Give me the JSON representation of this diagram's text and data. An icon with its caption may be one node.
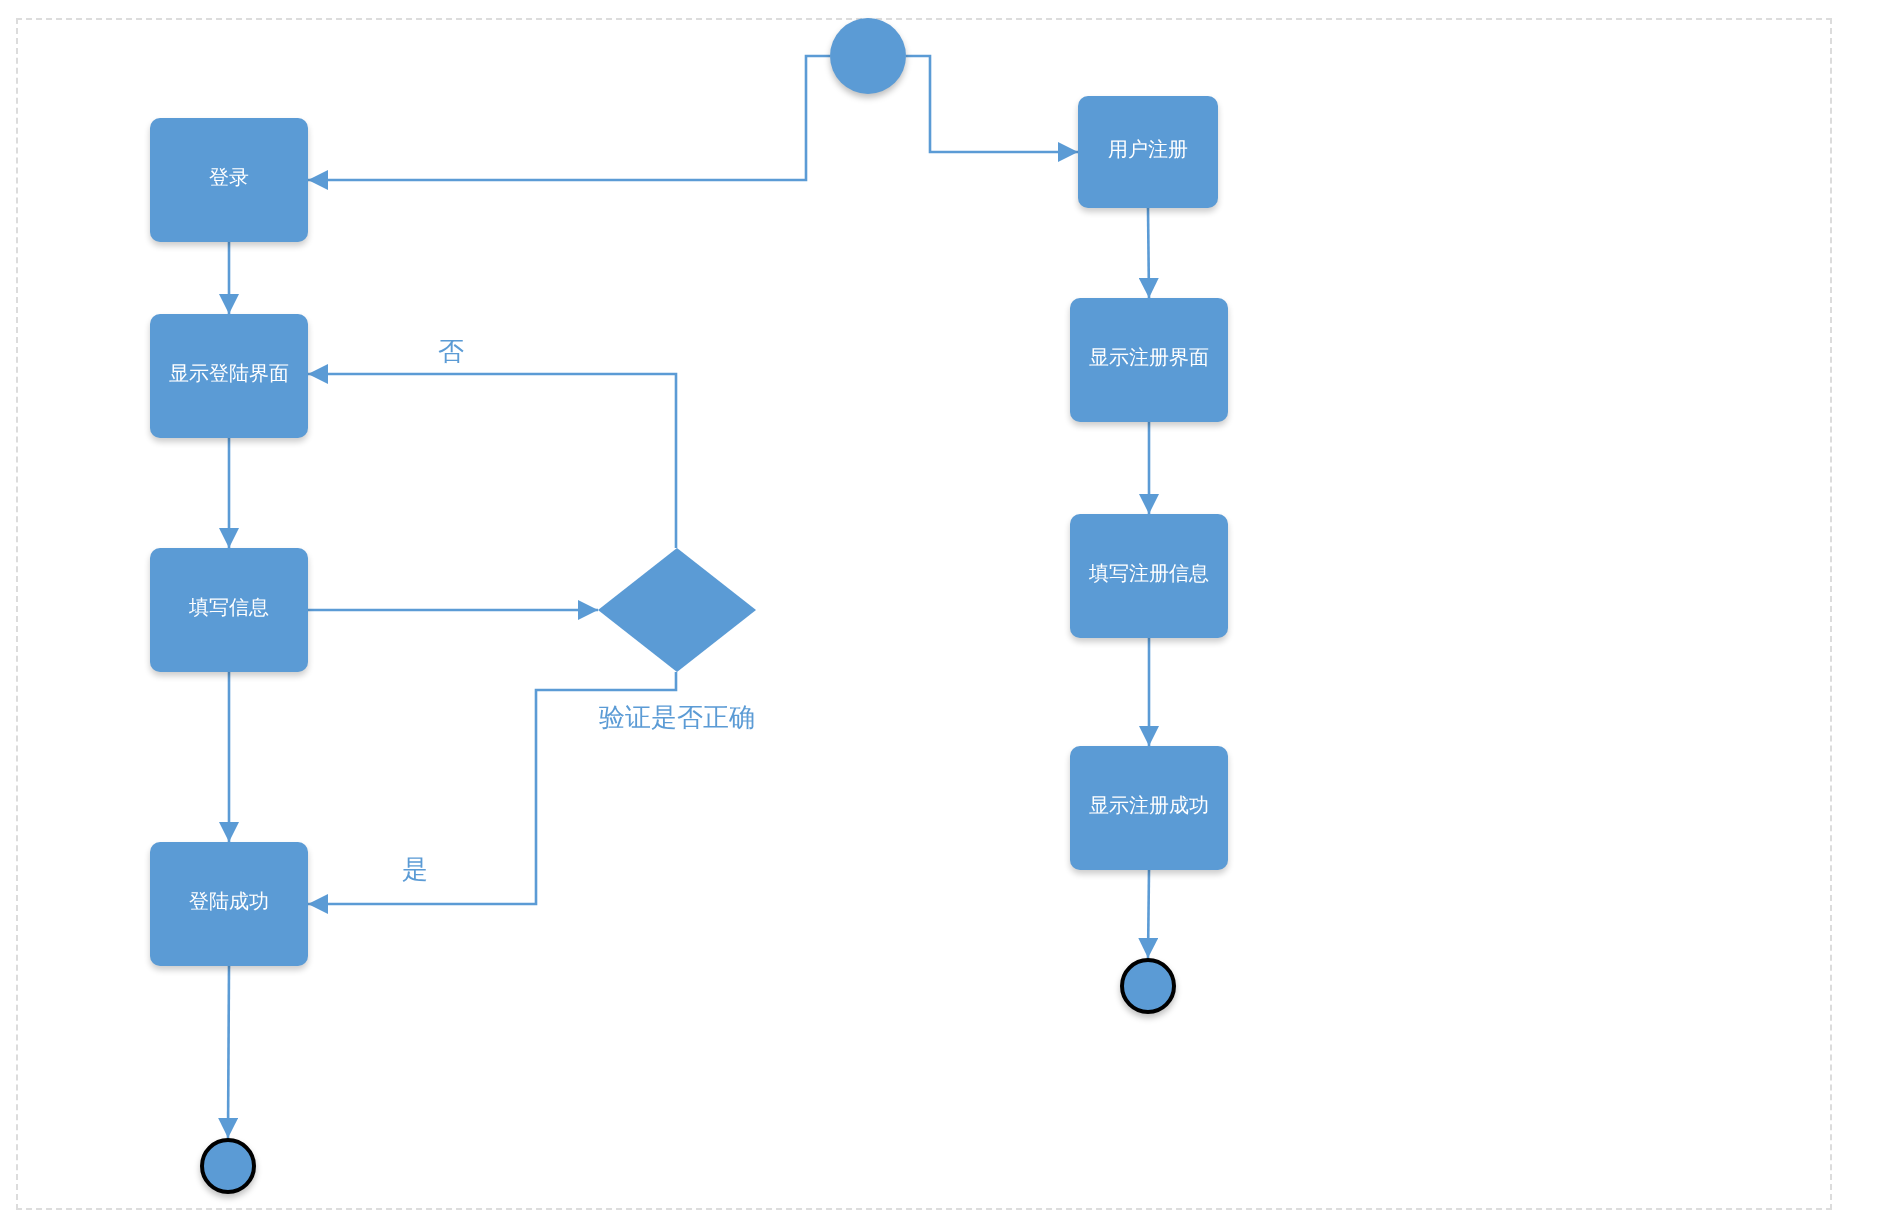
{
  "diagram": {
    "nodes": [
      {
        "text": [],
        "shape": "circle"
      },
      {
        "text": [
          "登录"
        ]
      },
      {
        "text": [
          "显示登陆界面"
        ]
      },
      {
        "text": [
          "填写信息"
        ]
      },
      {
        "text": [],
        "shape": "diamond",
        "beside": [
          "验证是否正确"
        ]
      },
      {
        "text": [
          "登陆成功"
        ]
      },
      {
        "text": [],
        "shape": "circle"
      },
      {
        "text": [
          "用户注册"
        ]
      },
      {
        "text": [
          "显示注册界面"
        ]
      },
      {
        "text": [
          "填写注册信息"
        ]
      },
      {
        "text": [
          "显示注册成功"
        ]
      },
      {
        "text": [],
        "shape": "circle"
      }
    ],
    "edges": [
      {
        "from": 0,
        "to": 1,
        "arrow": "to"
      },
      {
        "from": 0,
        "to": 7,
        "arrow": "to"
      },
      {
        "from": 1,
        "to": 2,
        "arrow": "to"
      },
      {
        "from": 2,
        "to": 3,
        "arrow": "to"
      },
      {
        "from": 3,
        "to": 4,
        "arrow": "to"
      },
      {
        "from": 4,
        "to": 2,
        "arrow": "to",
        "label": "否"
      },
      {
        "from": 4,
        "to": 5,
        "arrow": "to",
        "label": "是"
      },
      {
        "from": 3,
        "to": 5,
        "arrow": "to"
      },
      {
        "from": 5,
        "to": 6,
        "arrow": "to"
      },
      {
        "from": 7,
        "to": 8,
        "arrow": "to"
      },
      {
        "from": 8,
        "to": 9,
        "arrow": "to"
      },
      {
        "from": 9,
        "to": 10,
        "arrow": "to"
      },
      {
        "from": 10,
        "to": 11,
        "arrow": "to"
      }
    ]
  }
}
